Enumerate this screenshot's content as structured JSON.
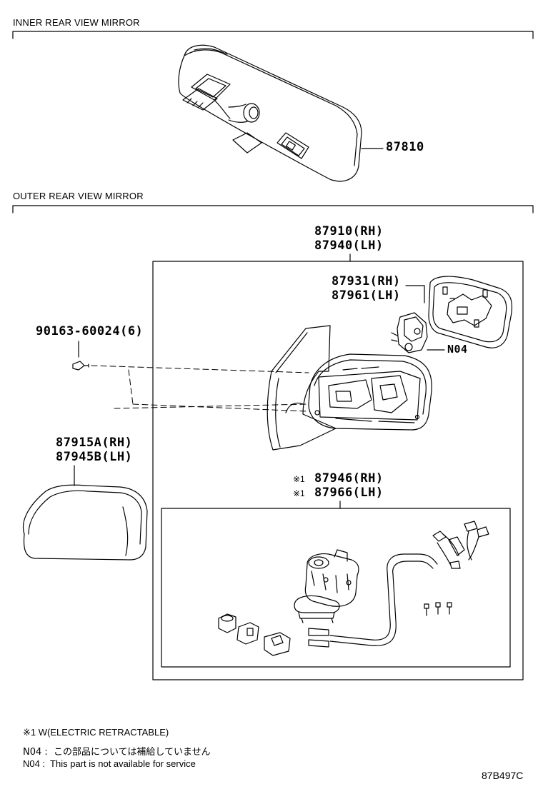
{
  "sections": {
    "inner_title": "INNER REAR VIEW MIRROR",
    "outer_title": "OUTER REAR VIEW MIRROR"
  },
  "parts": {
    "inner_mirror": "87810",
    "outer_assy_rh": "87910(RH)",
    "outer_assy_lh": "87940(LH)",
    "mirror_glass_rh": "87931(RH)",
    "mirror_glass_lh": "87961(LH)",
    "motor_code": "N04",
    "screw": "90163-60024(6)",
    "cover_rh": "87915A(RH)",
    "cover_lh": "87945B(LH)",
    "retractor_rh": "87946(RH)",
    "retractor_lh": "87966(LH)",
    "retractor_mark": "※1"
  },
  "notes": {
    "note1": "※1 W(ELECTRIC RETRACTABLE)",
    "n04_jp": "N04 :  この部品については補給していません",
    "n04_en": "N04 :  This part is not available for service"
  },
  "diagram_code": "87B497C"
}
